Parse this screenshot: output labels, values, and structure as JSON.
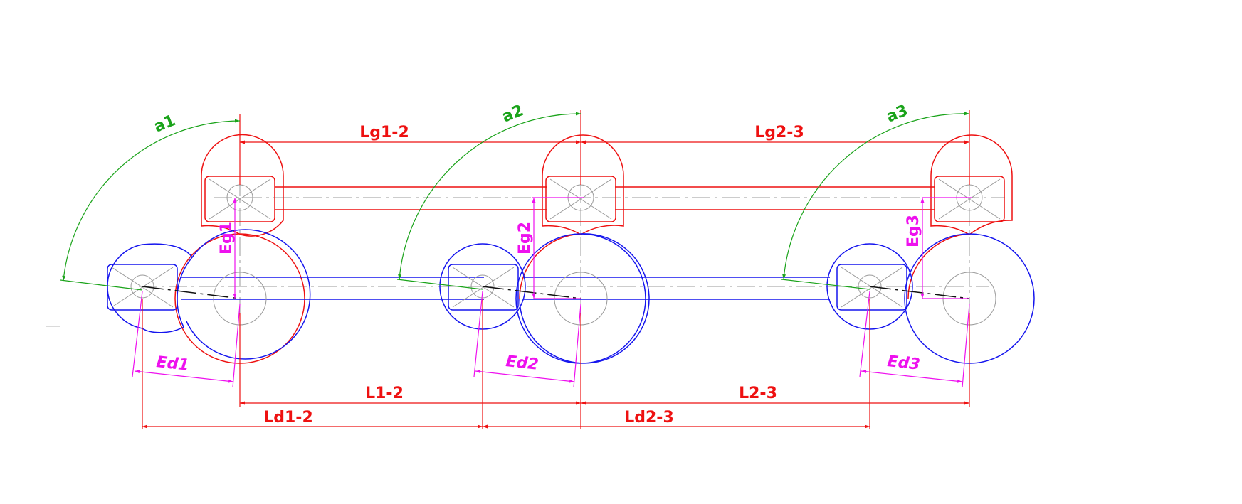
{
  "drawing": {
    "colors": {
      "red": "#ee1111",
      "blue": "#1515ee",
      "green": "#1aa31a",
      "magenta": "#ee11ee",
      "gray": "#9a9a9a",
      "black": "#111111"
    },
    "labels": {
      "a1": "a1",
      "a2": "a2",
      "a3": "a3",
      "lg12": "Lg1-2",
      "lg23": "Lg2-3",
      "eg1": "Eg1",
      "eg2": "Eg2",
      "eg3": "Eg3",
      "ed1": "Ed1",
      "ed2": "Ed2",
      "ed3": "Ed3",
      "l12": "L1-2",
      "l23": "L2-3",
      "ld12": "Ld1-2",
      "ld23": "Ld2-3"
    }
  }
}
